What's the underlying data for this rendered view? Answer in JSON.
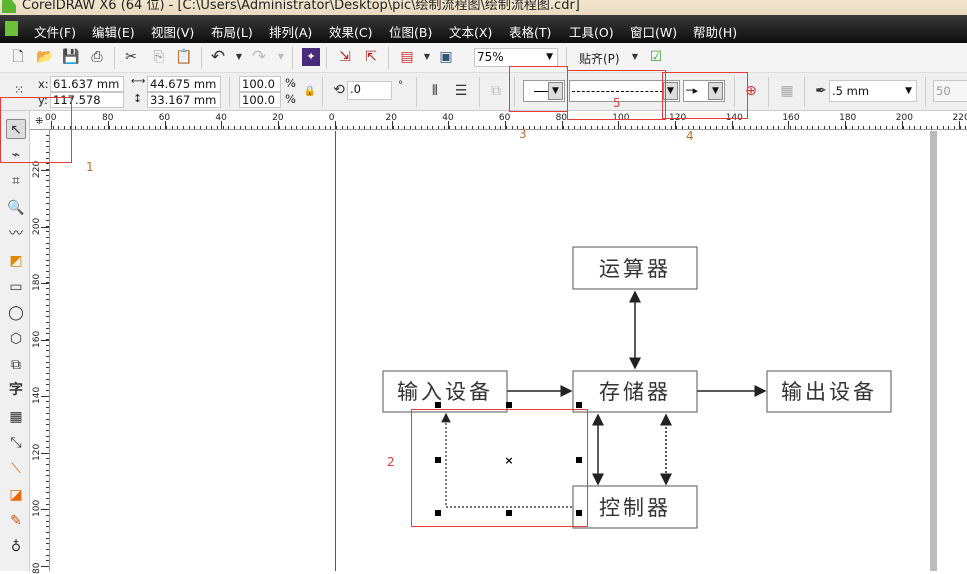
{
  "window": {
    "title": "CorelDRAW X6 (64 位) - [C:\\Users\\Administrator\\Desktop\\pic\\绘制流程图\\绘制流程图.cdr]"
  },
  "menu": [
    "文件(F)",
    "编辑(E)",
    "视图(V)",
    "布局(L)",
    "排列(A)",
    "效果(C)",
    "位图(B)",
    "文本(X)",
    "表格(T)",
    "工具(O)",
    "窗口(W)",
    "帮助(H)"
  ],
  "standard_toolbar": {
    "zoom": "75%",
    "snap": "贴齐(P)"
  },
  "property_bar": {
    "x_label": "x:",
    "x": "61.637 mm",
    "y_label": "y:",
    "y": "117.578 mm",
    "width": "44.675 mm",
    "height": "33.167 mm",
    "scale_x": "100.0",
    "scale_y": "100.0",
    "pct": "%",
    "rotation": ".0",
    "degree": "°",
    "outline_width": ".5 mm",
    "value_right": "50"
  },
  "ruler": {
    "h_labels": [
      "00",
      "80",
      "60",
      "40",
      "20",
      "0",
      "20",
      "40",
      "60",
      "80",
      "100",
      "120",
      "140",
      "160",
      "180",
      "200",
      "220"
    ],
    "v_labels": [
      "220",
      "200",
      "180",
      "160",
      "140",
      "120",
      "100",
      "80"
    ]
  },
  "tools": [
    "pick",
    "shape",
    "crop",
    "zoom",
    "freehand",
    "smart-fill",
    "rectangle",
    "ellipse",
    "polygon",
    "basic-shapes",
    "text",
    "table",
    "dimension",
    "connector",
    "interactive-fill",
    "eyedropper",
    "outline"
  ],
  "text_tool_glyph": "字",
  "diagram": {
    "boxes": [
      "运算器",
      "输入设备",
      "存储器",
      "输出设备",
      "控制器"
    ]
  },
  "annotations": [
    "1",
    "2",
    "3",
    "4",
    "5"
  ],
  "colors": {
    "annotation_red": "#e83b3b",
    "annotation_brown": "#b8742f"
  }
}
